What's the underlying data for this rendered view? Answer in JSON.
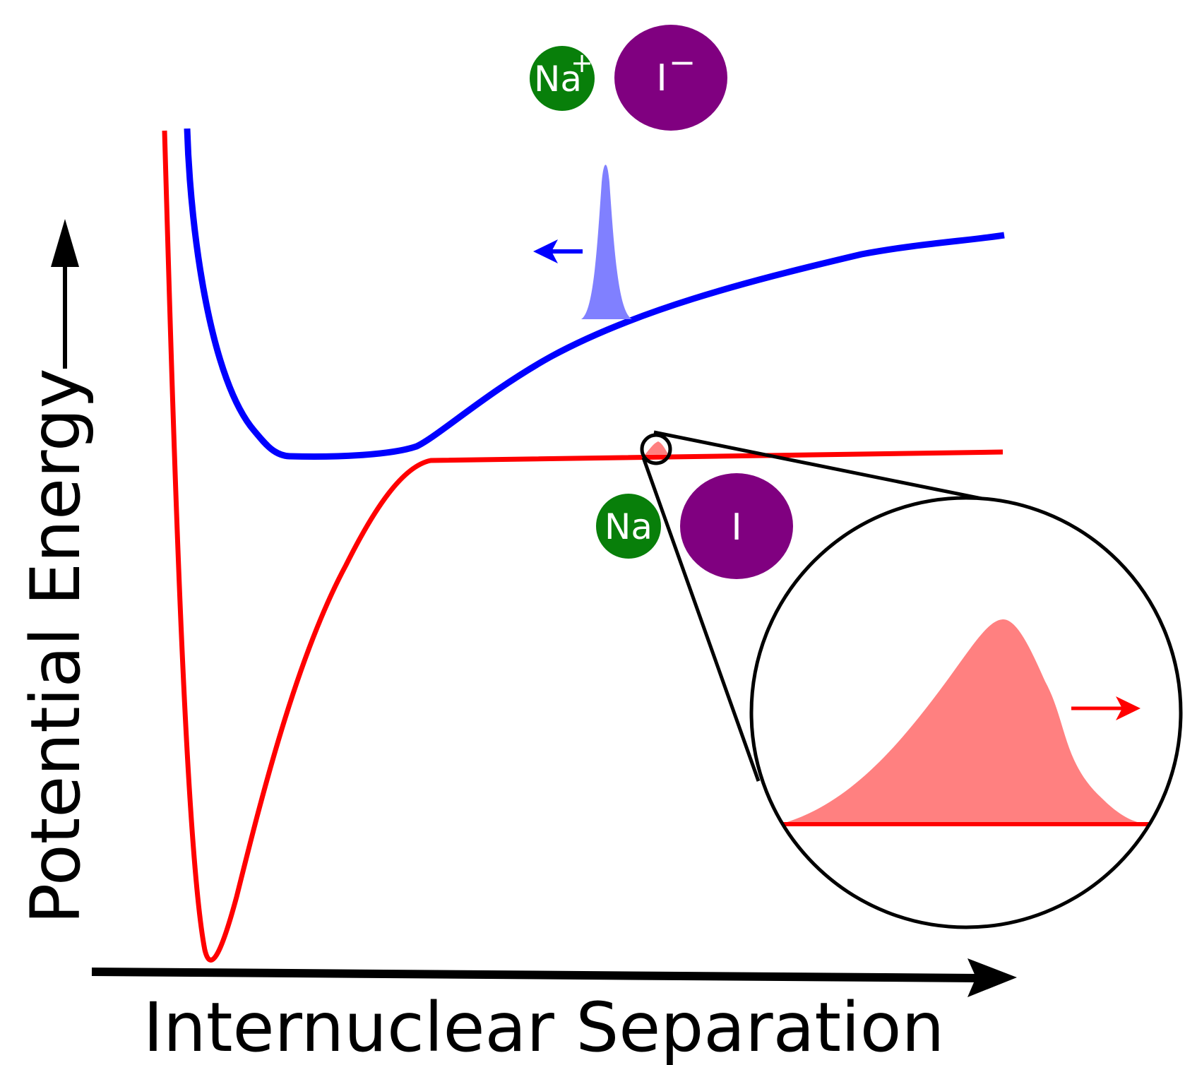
{
  "axes": {
    "x_label": "Internuclear Separation",
    "y_label": "Potential Energy"
  },
  "ionic_pair": {
    "cation": {
      "symbol": "Na",
      "charge": "+"
    },
    "anion": {
      "symbol": "I",
      "charge": "−"
    }
  },
  "neutral_pair": {
    "atom1": {
      "symbol": "Na"
    },
    "atom2": {
      "symbol": "I"
    }
  },
  "colors": {
    "ionic_curve": "#0000ff",
    "covalent_curve": "#ff0000",
    "ionic_wavepacket": "#8080ff",
    "covalent_wavepacket": "#ff8080",
    "sodium": "#087f0a",
    "iodine": "#800080"
  }
}
